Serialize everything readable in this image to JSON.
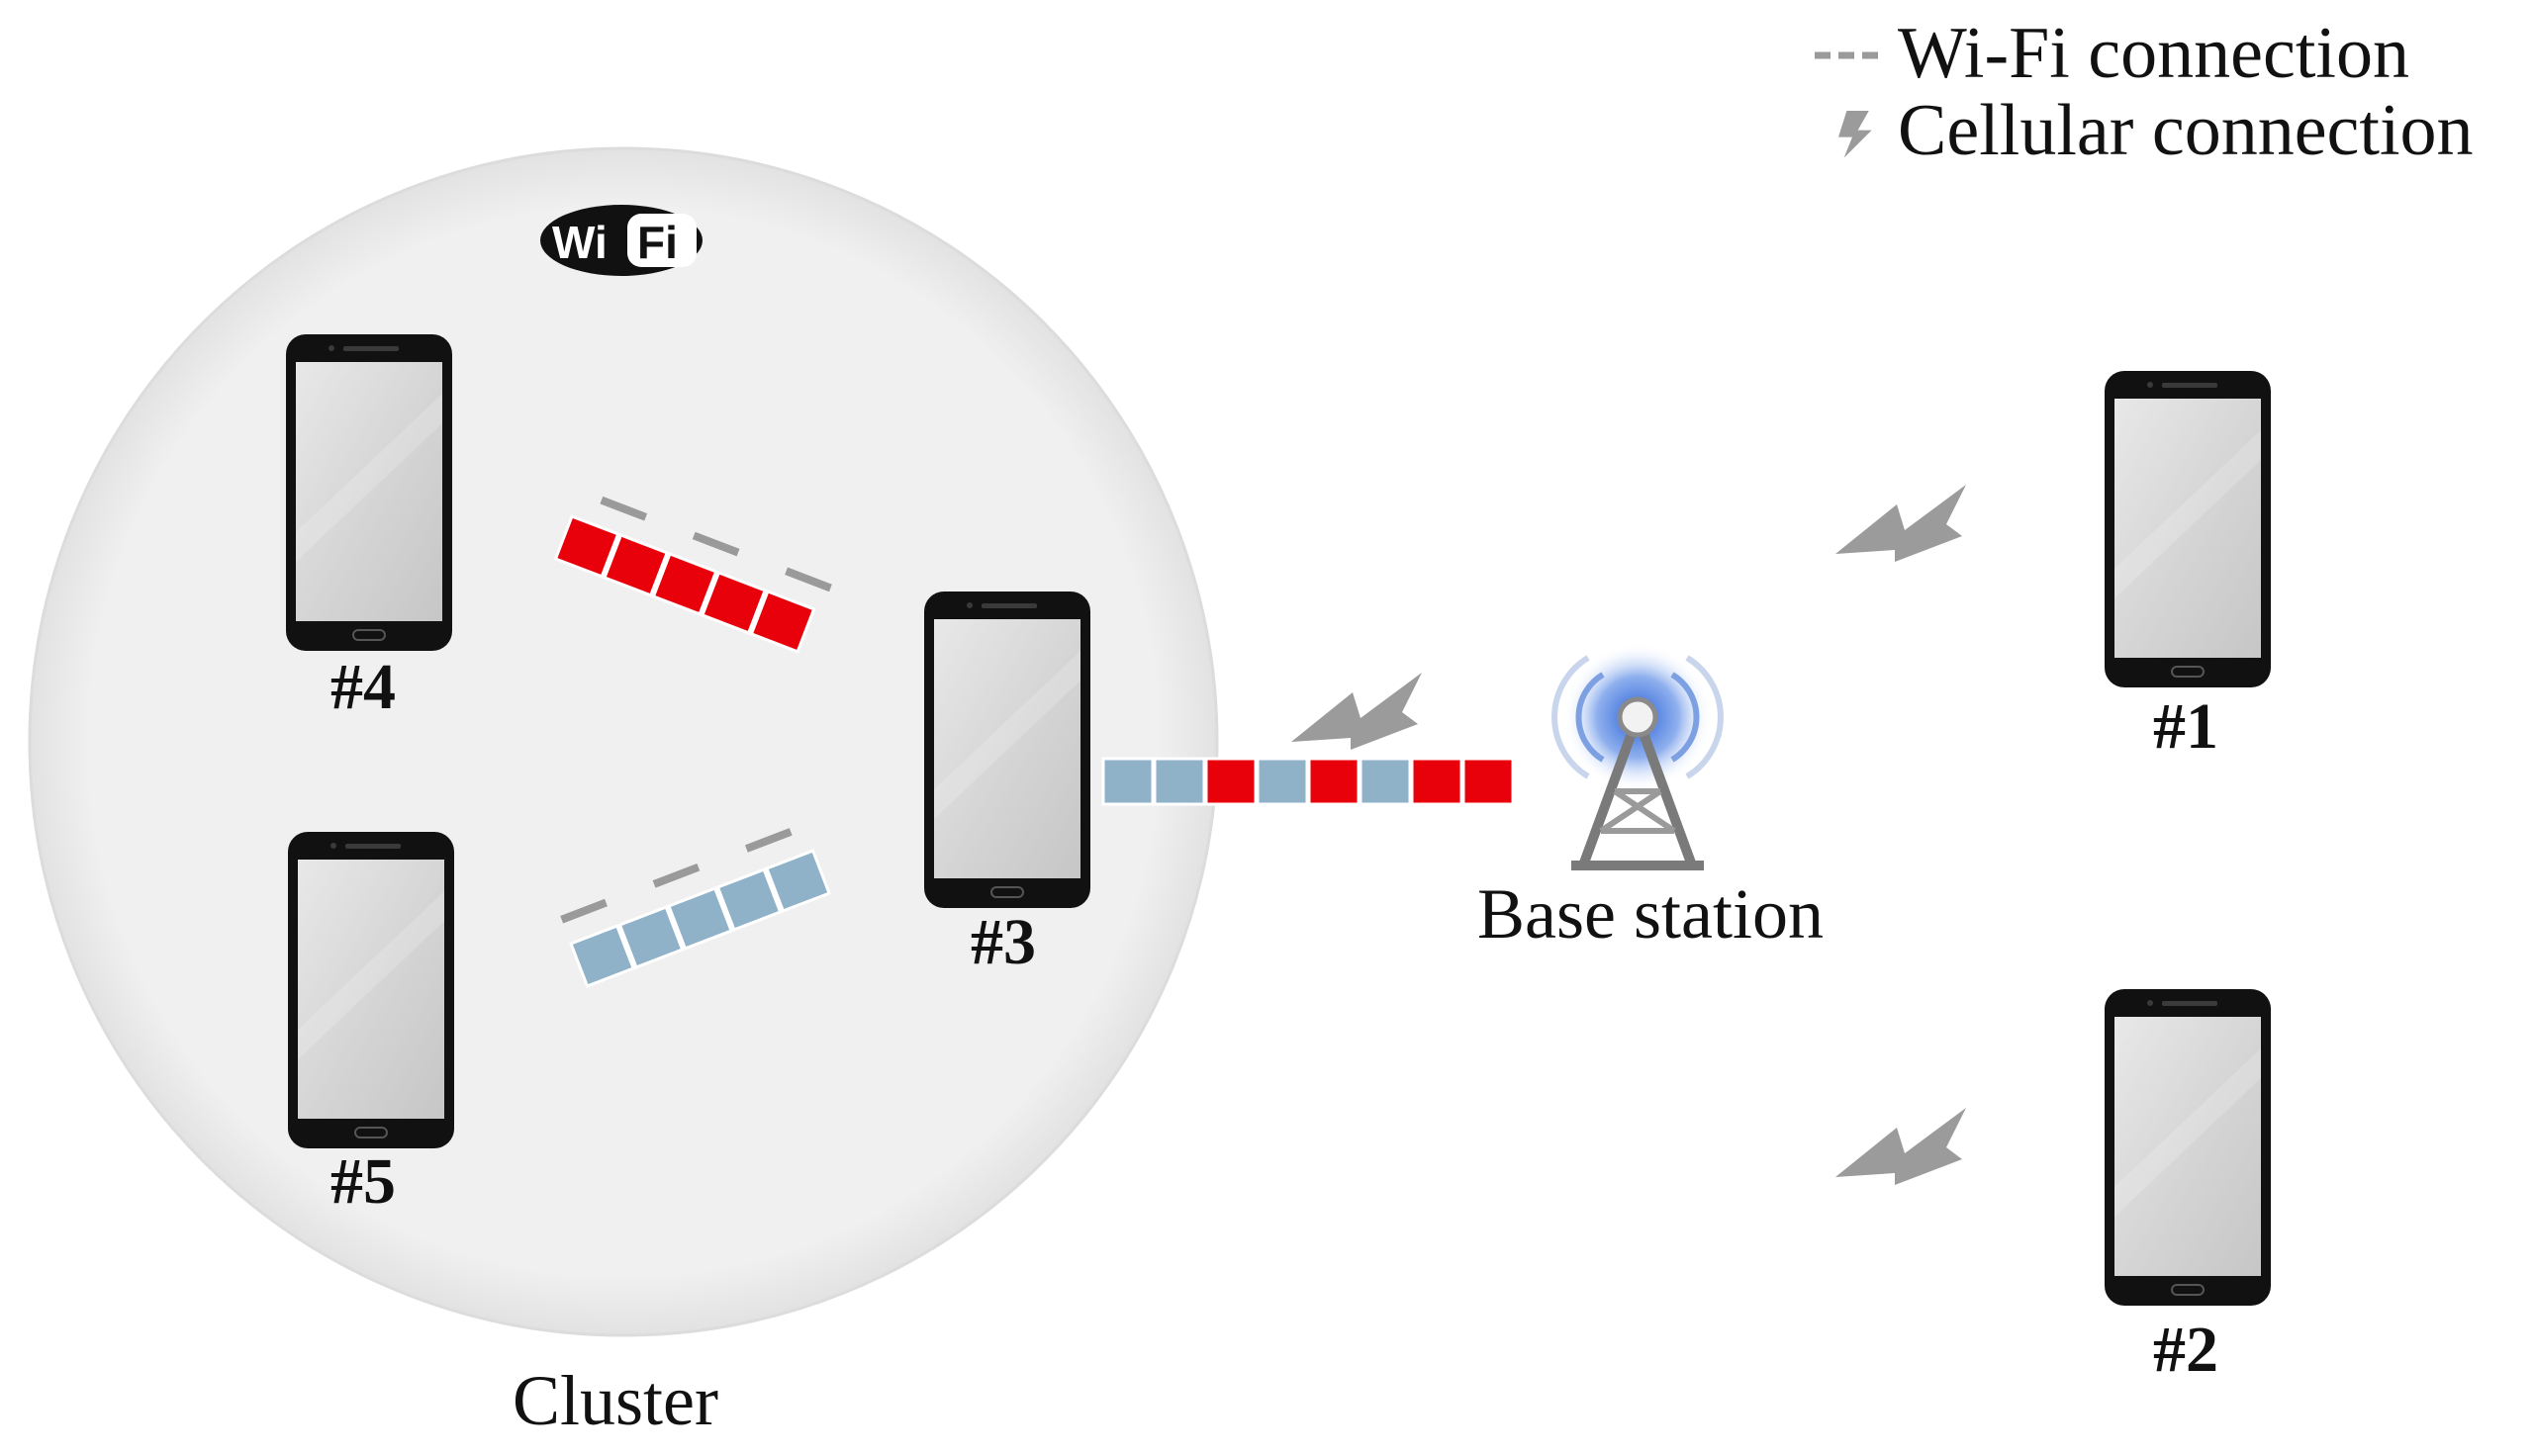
{
  "legend": {
    "wifi_label": "Wi-Fi connection",
    "cellular_label": "Cellular connection"
  },
  "wifi_badge": {
    "left": "Wi",
    "right": "Fi"
  },
  "devices": {
    "d1": "#1",
    "d2": "#2",
    "d3": "#3",
    "d4": "#4",
    "d5": "#5"
  },
  "labels": {
    "base_station": "Base station",
    "cluster": "Cluster"
  },
  "colors": {
    "cluster_fill": "#f0f0f0",
    "packet_red": "#e8000b",
    "packet_blue": "#8fb2c9",
    "wifi_dash": "#9a9a9a",
    "cellular_bolt": "#9b9b9b",
    "phone_body": "#111111",
    "phone_screen": "#d9d9d9"
  },
  "queue_to_base": [
    "blue",
    "blue",
    "red",
    "blue",
    "red",
    "blue",
    "red",
    "red"
  ]
}
